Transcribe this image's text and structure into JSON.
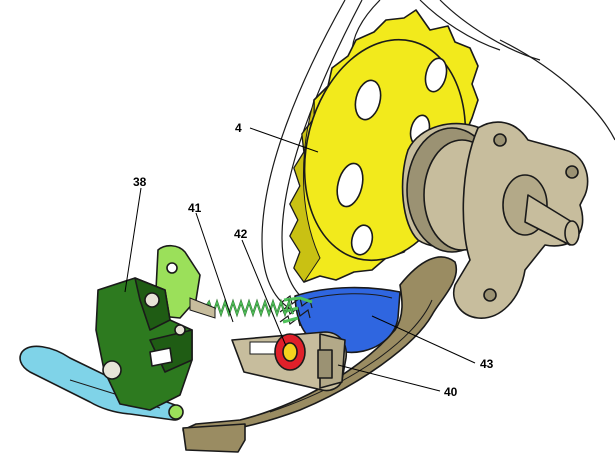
{
  "callouts": [
    {
      "id": "c4",
      "label": "4"
    },
    {
      "id": "c38",
      "label": "38"
    },
    {
      "id": "c41",
      "label": "41"
    },
    {
      "id": "c42",
      "label": "42"
    },
    {
      "id": "c43",
      "label": "43"
    },
    {
      "id": "c40",
      "label": "40"
    }
  ],
  "colors": {
    "sprocket": "#f2ea1c",
    "sprocket_shade": "#c9c113",
    "hub": "#c7bd9d",
    "hub_dark": "#9b9273",
    "arm": "#9a8c62",
    "bracket_green": "#2d7a1f",
    "bracket_dark": "#1f5c14",
    "plate_light_green": "#9be05a",
    "pad_blue": "#2f66e0",
    "lever_cyan": "#7fd3e8",
    "spring_green": "#4fc15a",
    "seal_red": "#e0202a",
    "housing_tan": "#c7bd9d"
  },
  "icons": [
    "camshaft-sprocket",
    "hub-flange",
    "tensioner-arm",
    "tensioner-bracket",
    "spring",
    "lock-lever",
    "guide-pad",
    "pin-housing"
  ]
}
